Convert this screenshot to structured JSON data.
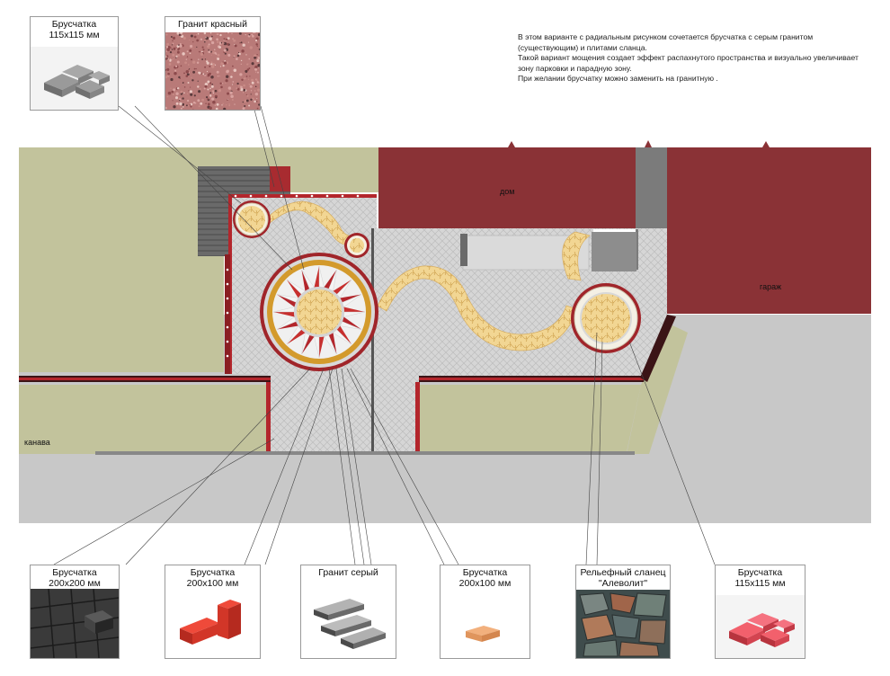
{
  "description": {
    "lines": [
      "В этом варианте с радиальным рисунком  сочетается брусчатка с серым гранитом",
      "(существующим) и плитами сланца.",
      "Такой вариант мощения создает эффект распахнутого пространства и визуально увеличивает",
      "зону парковки и парадную зону.",
      "При желании брусчатку можно заменить на гранитную ."
    ]
  },
  "plan_labels": {
    "house": "дом",
    "garage": "гараж",
    "ditch": "канава"
  },
  "swatches_top": [
    {
      "title": "Брусчатка\n115х115 мм",
      "icon": "gray-paver-cubes"
    },
    {
      "title": "Гранит красный",
      "icon": "red-granite-texture"
    }
  ],
  "swatches_bottom": [
    {
      "title": "Брусчатка\n200х200 мм",
      "icon": "dark-square-pavers"
    },
    {
      "title": "Брусчатка\n200х100 мм",
      "icon": "red-brick-pavers"
    },
    {
      "title": "Гранит серый",
      "icon": "gray-granite-blocks"
    },
    {
      "title": "Брусчатка\n200х100 мм",
      "icon": "single-clay-brick"
    },
    {
      "title": "Рельефный сланец\n\"Алеволит\"",
      "icon": "slate-texture"
    },
    {
      "title": "Брусчатка\n115х115 мм",
      "icon": "red-paver-cubes"
    }
  ],
  "colors": {
    "lawn": "#c2c39c",
    "road": "#c9c9c9",
    "building": "#8a3236",
    "paving": "#d8d8d8",
    "sand_path": "#f0d28a",
    "border_red": "#b3262c"
  }
}
